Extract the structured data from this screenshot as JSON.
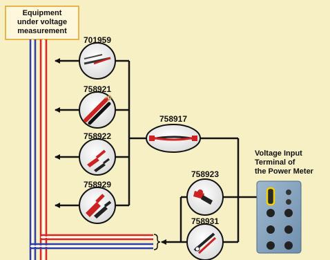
{
  "equipment_box": {
    "line1": "Equipment",
    "line2": "under voltage",
    "line3": "measurement"
  },
  "probes": [
    {
      "code": "701959",
      "icon": "probe-pen-icon"
    },
    {
      "code": "758921",
      "icon": "alligator-clip-lead-icon"
    },
    {
      "code": "758922",
      "icon": "small-alligator-clip-icon"
    },
    {
      "code": "758929",
      "icon": "large-alligator-clip-icon"
    }
  ],
  "cable_adapter": {
    "code": "758917",
    "icon": "measurement-lead-icon"
  },
  "safety_clips": [
    {
      "code": "758923",
      "icon": "safety-terminal-adapter-icon"
    },
    {
      "code": "758931",
      "icon": "safety-terminal-pin-icon"
    }
  ],
  "terminal": {
    "line1": "Voltage Input",
    "line2": "Terminal of",
    "line3": "the Power Meter"
  },
  "colors": {
    "background": "#f7f0c4",
    "line_red": "#d3272b",
    "line_blue": "#2f3ea8",
    "connector": "#111111",
    "box_border": "#e0a020"
  }
}
